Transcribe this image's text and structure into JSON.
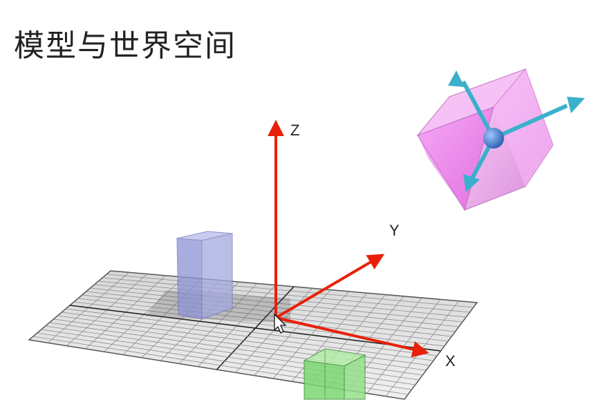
{
  "slide": {
    "title": "模型与世界空间"
  },
  "axes": {
    "x_label": "X",
    "y_label": "Y",
    "z_label": "Z",
    "color": "#e8200a"
  },
  "objects": {
    "blue_box_color": "#8c92d6",
    "green_box_color": "#7cd870",
    "pink_cube_color": "#f08ef0",
    "gizmo_color": "#3ab0cc"
  }
}
